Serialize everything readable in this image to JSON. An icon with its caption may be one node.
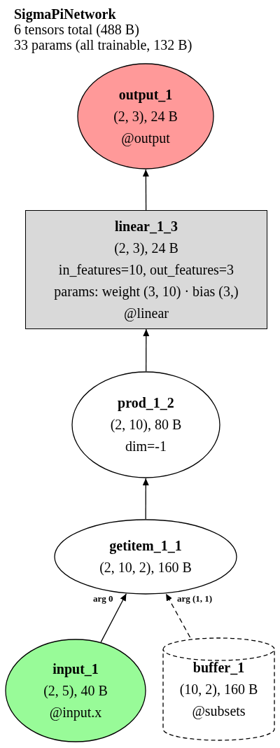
{
  "diagram": {
    "title": "SigmaPiNetwork",
    "nodes": [
      {
        "text": [
          "output_1",
          "(2, 3), 24 B",
          "@output"
        ]
      },
      {
        "text": [
          "linear_1_3",
          "(2, 3), 24 B",
          "in_features=10, out_features=3",
          "params: weight (3, 10) · bias (3,)",
          "@linear"
        ]
      },
      {
        "text": [
          "prod_1_2",
          "(2, 10), 80 B",
          "dim=-1"
        ]
      },
      {
        "text": [
          "getitem_1_1",
          "(2, 10, 2), 160 B"
        ]
      },
      {
        "text": [
          "input_1",
          "(2, 5), 40 B",
          "@input.x"
        ]
      },
      {
        "text": [
          "buffer_1",
          "(10, 2), 160 B",
          "@subsets"
        ]
      }
    ],
    "edges": [
      {
        "from": 1,
        "to": 0,
        "arrow": "to"
      },
      {
        "from": 2,
        "to": 1,
        "arrow": "to"
      },
      {
        "from": 3,
        "to": 2,
        "arrow": "to"
      },
      {
        "from": 4,
        "to": 3,
        "arrow": "to",
        "label": "arg 0"
      },
      {
        "from": 5,
        "to": 3,
        "arrow": "to",
        "label": "arg (1, 1)",
        "style": "dashed"
      }
    ],
    "labels": [
      "6 tensors total (488 B)",
      "33 params (all trainable, 132 B)"
    ]
  }
}
